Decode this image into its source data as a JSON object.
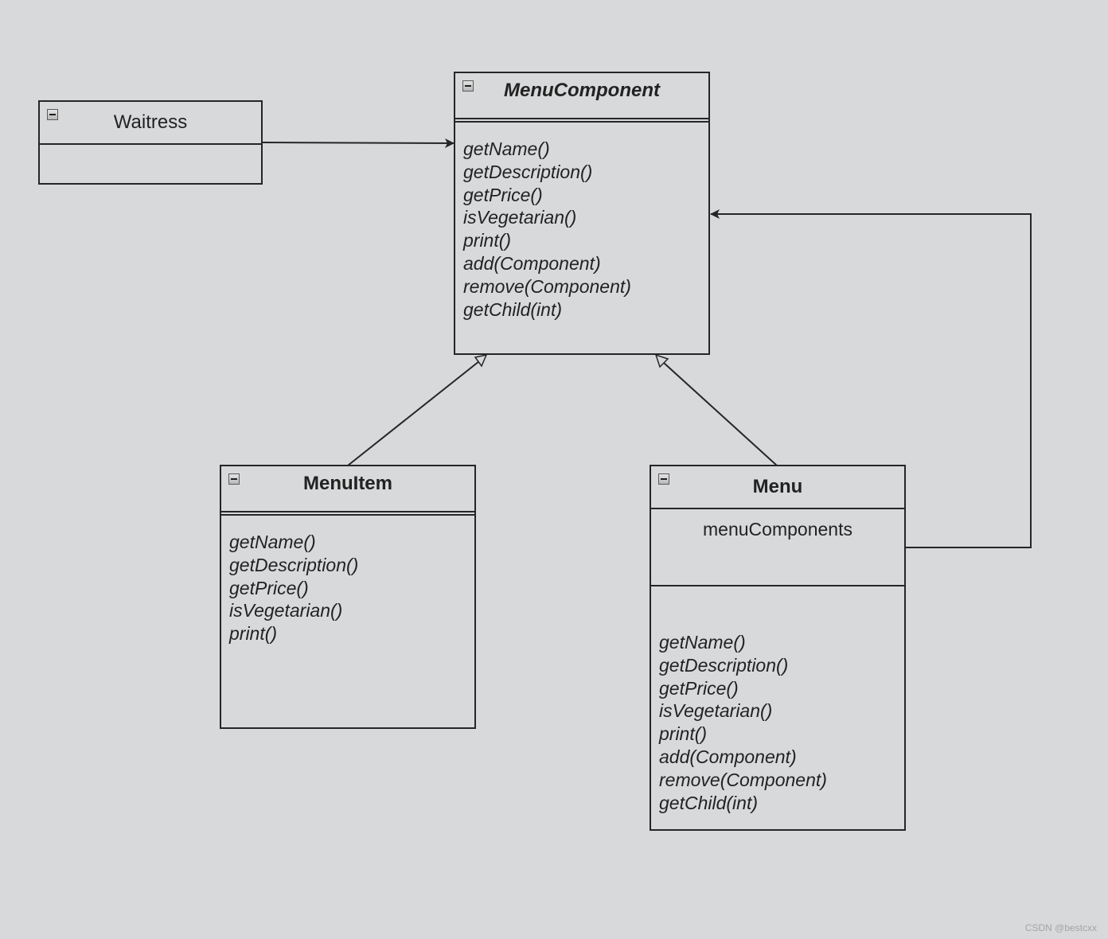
{
  "classes": {
    "waitress": {
      "name": "Waitress"
    },
    "menu_component": {
      "name": "MenuComponent",
      "methods": [
        "getName()",
        "getDescription()",
        "getPrice()",
        "isVegetarian()",
        "print()",
        "add(Component)",
        "remove(Component)",
        "getChild(int)"
      ]
    },
    "menu_item": {
      "name": "MenuItem",
      "methods": [
        "getName()",
        "getDescription()",
        "getPrice()",
        "isVegetarian()",
        "print()"
      ]
    },
    "menu": {
      "name": "Menu",
      "attributes": [
        "menuComponents"
      ],
      "methods": [
        "getName()",
        "getDescription()",
        "getPrice()",
        "isVegetarian()",
        "print()",
        "add(Component)",
        "remove(Component)",
        "getChild(int)"
      ]
    }
  },
  "relationships": [
    {
      "from": "Waitress",
      "to": "MenuComponent",
      "type": "association"
    },
    {
      "from": "MenuItem",
      "to": "MenuComponent",
      "type": "generalization"
    },
    {
      "from": "Menu",
      "to": "MenuComponent",
      "type": "generalization"
    },
    {
      "from": "Menu",
      "to": "MenuComponent",
      "type": "association",
      "via": "menuComponents"
    }
  ],
  "watermark": "CSDN @bestcxx",
  "colors": {
    "background": "#d8d9db",
    "line": "#262626"
  }
}
